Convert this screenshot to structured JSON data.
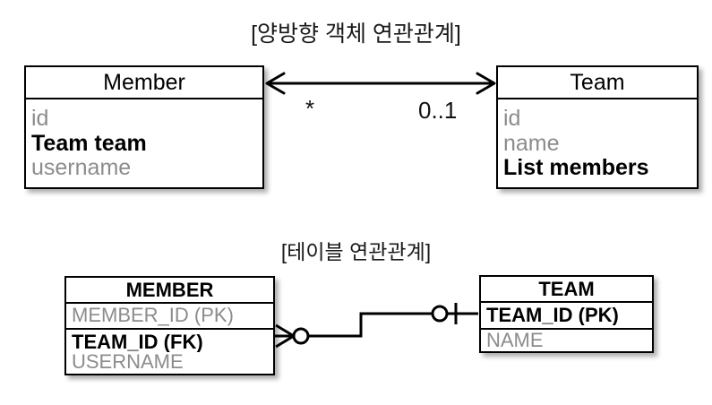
{
  "diagram": {
    "background_color": "#ffffff",
    "line_color": "#000000",
    "muted_text_color": "#8c8c8c",
    "strong_text_color": "#000000"
  },
  "uml_section": {
    "title": "[양방향 객체 연관관계]",
    "member_entity": {
      "name": "Member",
      "attributes": [
        {
          "text": "id",
          "emphasis": "muted"
        },
        {
          "text": "Team team",
          "emphasis": "strong"
        },
        {
          "text": "username",
          "emphasis": "muted"
        }
      ]
    },
    "team_entity": {
      "name": "Team",
      "attributes": [
        {
          "text": "id",
          "emphasis": "muted"
        },
        {
          "text": "name",
          "emphasis": "muted"
        },
        {
          "text": "List members",
          "emphasis": "strong"
        }
      ]
    },
    "association": {
      "style": "bidirectional-open-arrow",
      "source_multiplicity": "*",
      "target_multiplicity": "0..1"
    }
  },
  "erd_section": {
    "title": "[테이블 연관관계]",
    "member_table": {
      "name": "MEMBER",
      "key_columns": [
        {
          "text": "MEMBER_ID (PK)",
          "emphasis": "muted"
        }
      ],
      "columns": [
        {
          "text": "TEAM_ID (FK)",
          "emphasis": "strong"
        },
        {
          "text": "USERNAME",
          "emphasis": "muted"
        }
      ]
    },
    "team_table": {
      "name": "TEAM",
      "key_columns": [
        {
          "text": "TEAM_ID (PK)",
          "emphasis": "strong"
        }
      ],
      "columns": [
        {
          "text": "NAME",
          "emphasis": "muted"
        }
      ]
    },
    "relationship": {
      "notation": "crows-foot",
      "left_cardinality": "zero-or-many",
      "right_cardinality": "zero-or-one"
    }
  }
}
